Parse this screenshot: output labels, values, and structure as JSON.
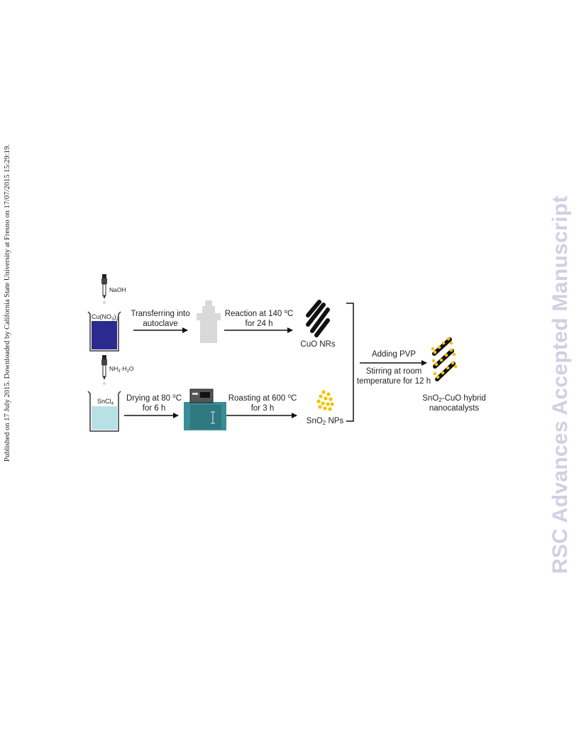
{
  "side_note": "Published on 17 July 2015. Downloaded by California State University at Fresno on 17/07/2015 15:29:19.",
  "watermark": "RSC Advances Accepted Manuscript",
  "reagents": {
    "naoh": "NaOH",
    "nh3_prefix": "NH",
    "nh3_sub": "3",
    "nh3_mid": "·H",
    "nh3_sub2": "2",
    "nh3_suffix": "O"
  },
  "beakers": {
    "cu_prefix": "Cu(NO",
    "cu_sub": "3",
    "cu_mid": ")",
    "cu_sub2": "2",
    "sn_prefix": "SnCl",
    "sn_sub": "4"
  },
  "steps": {
    "transfer_line1": "Transferring into",
    "transfer_line2": "autoclave",
    "reaction_line1_prefix": "Reaction at 140 ",
    "reaction_line1_sup": "o",
    "reaction_line1_suffix": "C",
    "reaction_line2": "for 24 h",
    "drying_line1_prefix": "Drying at 80 ",
    "drying_line1_sup": "o",
    "drying_line1_suffix": "C",
    "drying_line2": "for 6 h",
    "roasting_line1_prefix": "Roasting at 600 ",
    "roasting_line1_sup": "o",
    "roasting_line1_suffix": "C",
    "roasting_line2": "for 3 h",
    "adding": "Adding PVP",
    "stirring_line1": "Stirring at room",
    "stirring_line2": "temperature for 12 h"
  },
  "products": {
    "cuo": "CuO NRs",
    "sno2_prefix": "SnO",
    "sno2_sub": "2",
    "sno2_suffix": " NPs",
    "hybrid_line1_prefix": "SnO",
    "hybrid_line1_sub": "2",
    "hybrid_line1_suffix": "-CuO hybrid",
    "hybrid_line2": "nanocatalysts"
  },
  "colors": {
    "cu_solution": "#2b2a8f",
    "sn_solution": "#b7e1e4",
    "oven": "#3a8c95",
    "autoclave": "#d9d9d9",
    "sno2_particles": "#f2c200",
    "nanorod": "#111111",
    "watermark": "#cfd0e2"
  }
}
